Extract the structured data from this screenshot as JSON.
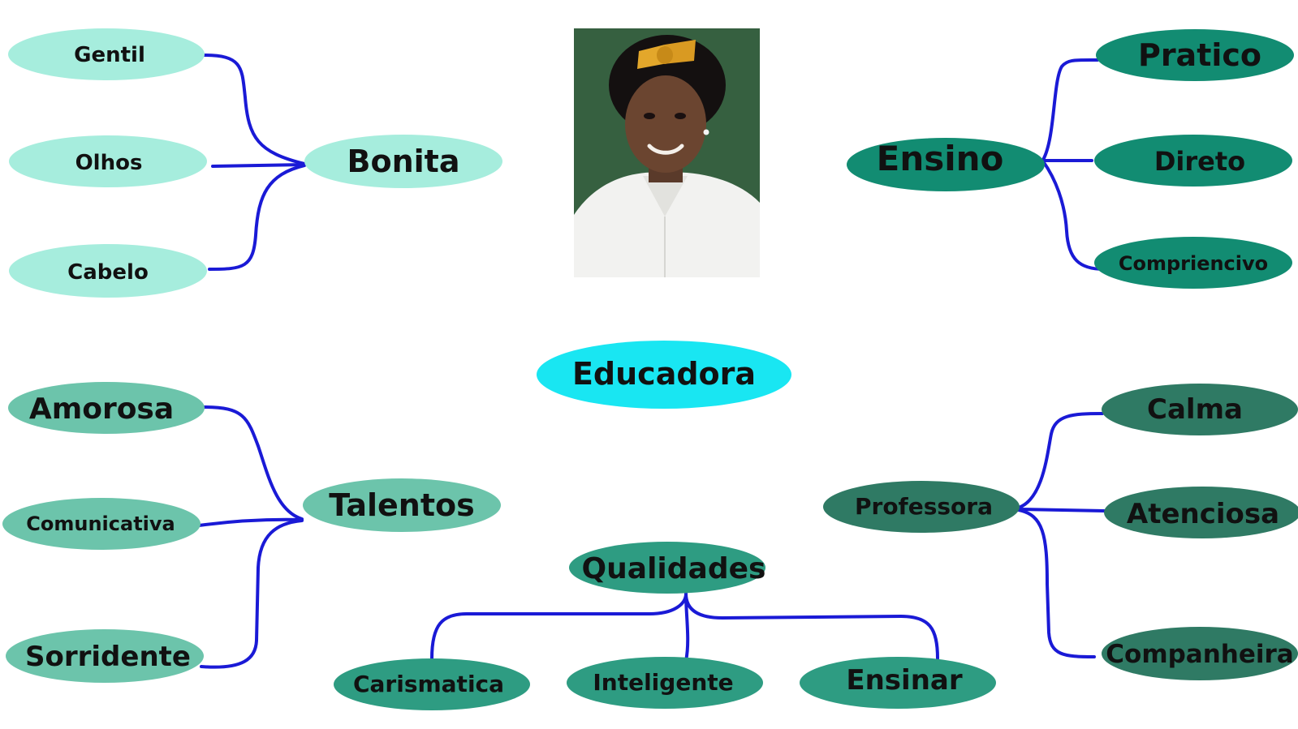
{
  "center": {
    "label": "Educadora"
  },
  "branches": {
    "bonita": {
      "label": "Bonita",
      "children": [
        "Gentil",
        "Olhos",
        "Cabelo"
      ]
    },
    "ensino": {
      "label": "Ensino",
      "children": [
        "Pratico",
        "Direto",
        "Compriencivo"
      ]
    },
    "talentos": {
      "label": "Talentos",
      "children": [
        "Amorosa",
        "Comunicativa",
        "Sorridente"
      ]
    },
    "professora": {
      "label": "Professora",
      "children": [
        "Calma",
        "Atenciosa",
        "Companheira"
      ]
    },
    "qualidades": {
      "label": "Qualidades",
      "children": [
        "Carismatica",
        "Inteligente",
        "Ensinar"
      ]
    }
  },
  "photo": {
    "subject": "educator-portrait-photo"
  },
  "colors": {
    "connector": "#1a1ad6",
    "center_fill": "#19e6f2",
    "center_text": "#1f1fd1",
    "bonita_fill": "#a6eddd",
    "ensino_fill": "#128c72",
    "talentos_fill": "#6cc4ab",
    "professora_fill": "#2f7a64",
    "qualidades_fill": "#2e9c82"
  }
}
